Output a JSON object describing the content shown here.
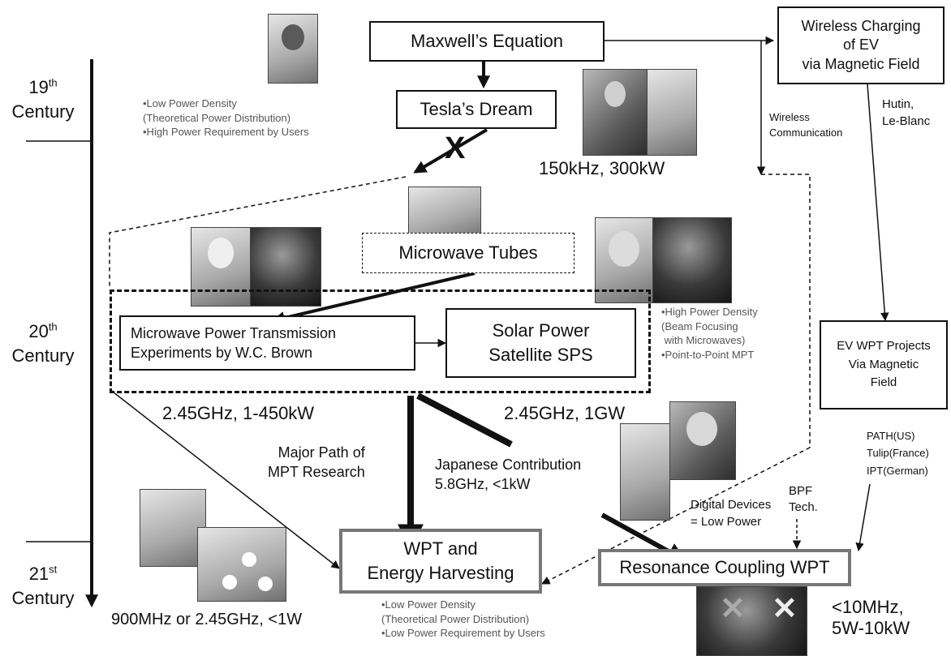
{
  "eras": {
    "c19": {
      "ord": "19",
      "sup": "th",
      "century": "Century"
    },
    "c20": {
      "ord": "20",
      "sup": "th",
      "century": "Century"
    },
    "c21": {
      "ord": "21",
      "sup": "st",
      "century": "Century"
    }
  },
  "nodes": {
    "maxwell": "Maxwell’s Equation",
    "tesla": "Tesla’s Dream",
    "ev_charging": "Wireless Charging\nof EV\nvia Magnetic Field",
    "microwave_tubes": "Microwave Tubes",
    "brown": "Microwave Power Transmission\nExperiments by W.C. Brown",
    "sps": "Solar Power\nSatellite SPS",
    "ev_wpt": "EV WPT Projects\nVia Magnetic\nField",
    "wpt_harvest": "WPT and\nEnergy Harvesting",
    "resonance": "Resonance Coupling WPT"
  },
  "labels": {
    "tesla_spec": "150kHz, 300kW",
    "wireless_comm": "Wireless\nCommunication",
    "hutin": "Hutin,\nLe-Blanc",
    "brown_spec": "2.45GHz, 1-450kW",
    "sps_spec": "2.45GHz, 1GW",
    "major_path": "Major Path of\nMPT Research",
    "japanese": "Japanese Contribution\n5.8GHz, <1kW",
    "digital": "Digital Devices\n= Low Power",
    "bpf": "BPF\nTech.",
    "ev_projects": "PATH(US)\nTulip(France)\nIPT(German)",
    "harvest_spec": "900MHz or 2.45GHz, <1W",
    "resonance_spec": "<10MHz,\n5W-10kW",
    "cross_mark": "X"
  },
  "notes": {
    "top": [
      "•Low Power Density",
      "(Theoretical Power Distribution)",
      "•High Power Requirement by Users"
    ],
    "right": [
      "•High Power Density",
      "(Beam Focusing",
      " with Microwaves)",
      "•Point-to-Point MPT"
    ],
    "bottom": [
      "•Low Power Density",
      "(Theoretical Power Distribution)",
      "•Low Power Requirement by Users"
    ]
  },
  "colors": {
    "line": "#111111",
    "note_text": "#555555",
    "thick_border": "#777777"
  }
}
